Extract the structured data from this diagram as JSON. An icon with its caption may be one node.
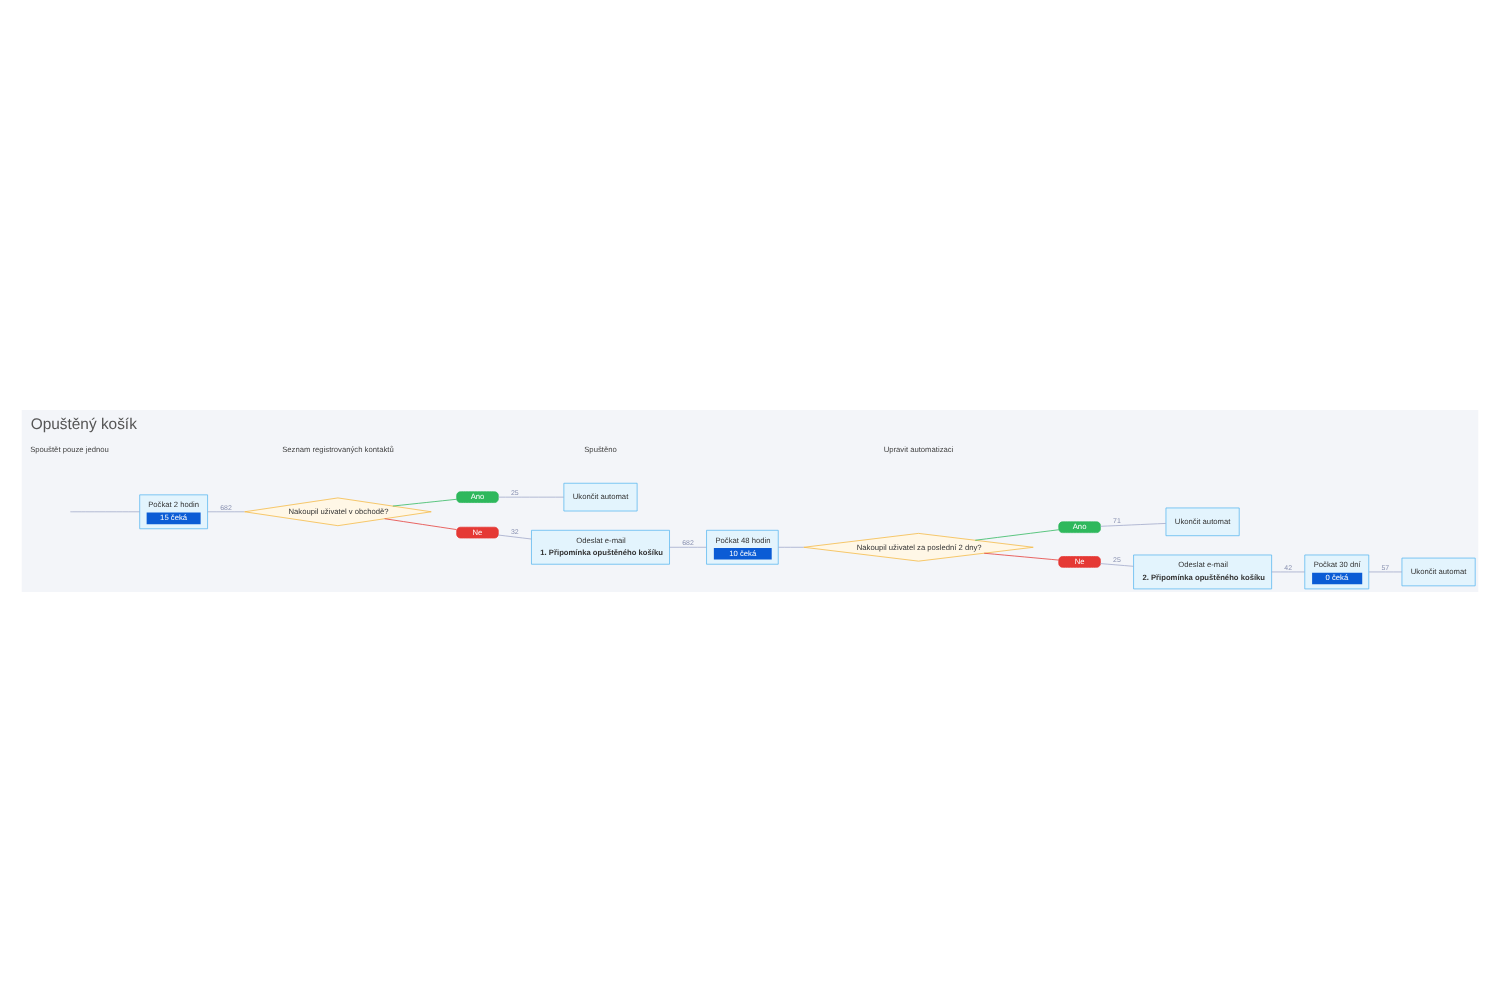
{
  "diagram": {
    "title": "Opuštěný košík",
    "nodes": [
      {
        "text": [
          "Počkat 2 hodin",
          "15 čeká"
        ]
      },
      {
        "text": [
          "Nakoupil uživatel v obchodě?"
        ]
      },
      {
        "text": [
          "Ano"
        ]
      },
      {
        "text": [
          "Ne"
        ]
      },
      {
        "text": [
          "Ukončit automat"
        ]
      },
      {
        "text": [
          "Odeslat e-mail",
          "1. Připomínka opuštěného košíku"
        ]
      },
      {
        "text": [
          "Počkat 48 hodin",
          "10 čeká"
        ]
      },
      {
        "text": [
          "Nakoupil uživatel za poslední 2 dny?"
        ]
      },
      {
        "text": [
          "Ano"
        ]
      },
      {
        "text": [
          "Ne"
        ]
      },
      {
        "text": [
          "Ukončit automat"
        ]
      },
      {
        "text": [
          "Odeslat e-mail",
          "2. Připomínka opuštěného košíku"
        ]
      },
      {
        "text": [
          "Počkat 30 dní",
          "0 čeká"
        ]
      },
      {
        "text": [
          "Ukončit automat"
        ]
      }
    ],
    "edges": [
      {
        "from": null,
        "to": 0,
        "arrow": "none"
      },
      {
        "from": 0,
        "to": 1,
        "arrow": "none",
        "label": "682"
      },
      {
        "from": 1,
        "to": 2,
        "arrow": "none",
        "color": "#2eb85c"
      },
      {
        "from": 2,
        "to": 4,
        "arrow": "none",
        "label": "25"
      },
      {
        "from": 1,
        "to": 3,
        "arrow": "none",
        "color": "#e53935"
      },
      {
        "from": 3,
        "to": 5,
        "arrow": "none",
        "label": "32"
      },
      {
        "from": 5,
        "to": 6,
        "arrow": "none",
        "label": "682"
      },
      {
        "from": 6,
        "to": 7,
        "arrow": "none"
      },
      {
        "from": 7,
        "to": 8,
        "arrow": "none",
        "color": "#2eb85c"
      },
      {
        "from": 8,
        "to": 10,
        "arrow": "none",
        "label": "71"
      },
      {
        "from": 7,
        "to": 9,
        "arrow": "none",
        "color": "#e53935"
      },
      {
        "from": 9,
        "to": 11,
        "arrow": "none",
        "label": "25"
      },
      {
        "from": 11,
        "to": 12,
        "arrow": "none",
        "label": "42"
      },
      {
        "from": 12,
        "to": 13,
        "arrow": "none",
        "label": "57"
      }
    ],
    "labels": [
      "Spouštět pouze jednou",
      "Seznam registrovaných kontaktů",
      "Spuštěno",
      "Upravit automatizaci"
    ]
  }
}
